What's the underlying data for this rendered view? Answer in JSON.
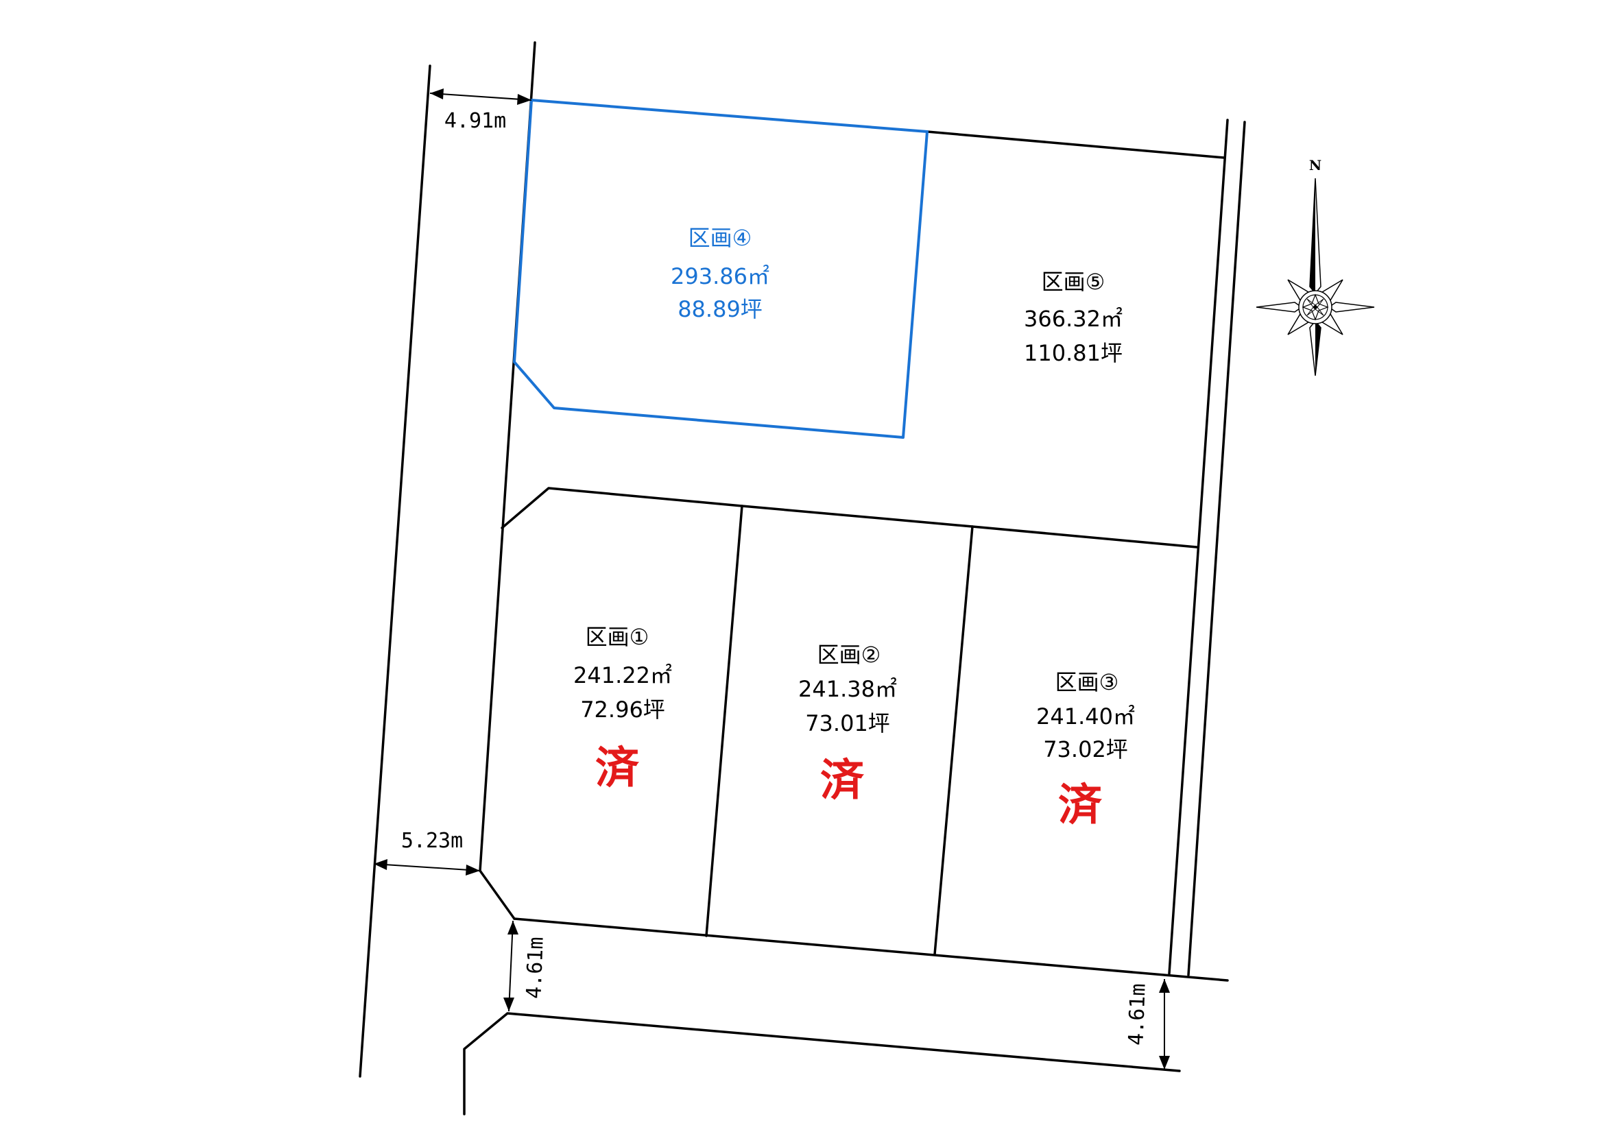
{
  "lots": [
    {
      "name": "区画①",
      "area_m2": "241.22㎡",
      "area_tsubo": "72.96坪",
      "status": "済"
    },
    {
      "name": "区画②",
      "area_m2": "241.38㎡",
      "area_tsubo": "73.01坪",
      "status": "済"
    },
    {
      "name": "区画③",
      "area_m2": "241.40㎡",
      "area_tsubo": "73.02坪",
      "status": "済"
    },
    {
      "name": "区画④",
      "area_m2": "293.86㎡",
      "area_tsubo": "88.89坪",
      "status": ""
    },
    {
      "name": "区画⑤",
      "area_m2": "366.32㎡",
      "area_tsubo": "110.81坪",
      "status": ""
    }
  ],
  "dimensions": {
    "top_road_width": "4.91m",
    "left_road_width": "5.23m",
    "bottom_road_width_left": "4.61m",
    "bottom_road_width_right": "4.61m"
  },
  "compass": {
    "label": "N"
  },
  "colors": {
    "highlight": "#1a73d4",
    "sold": "#e31a1a",
    "line": "#000000"
  }
}
